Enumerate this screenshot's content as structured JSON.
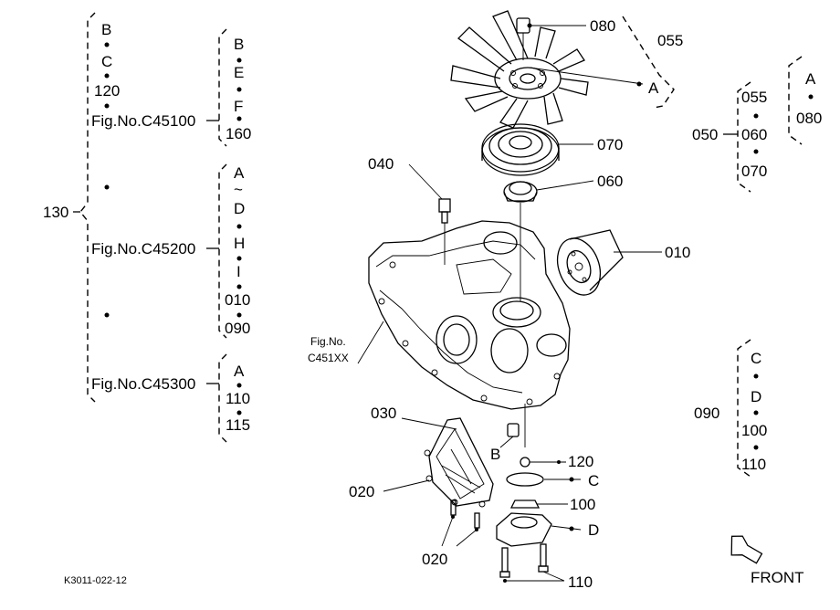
{
  "left_tree": {
    "root": "130",
    "col1": {
      "b": "B",
      "c": "C",
      "n120": "120",
      "fig1": "Fig.No.C45100",
      "fig2": "Fig.No.C45200",
      "fig3": "Fig.No.C45300"
    },
    "g1": {
      "b": "B",
      "e": "E",
      "f": "F",
      "n160": "160"
    },
    "g2": {
      "a": "A",
      "tilde": "~",
      "d": "D",
      "h": "H",
      "i": "I",
      "n010": "010",
      "n090": "090"
    },
    "g3": {
      "a": "A",
      "n110": "110",
      "n115": "115"
    }
  },
  "right_groups": {
    "g055": {
      "label": "055"
    },
    "g050": {
      "label": "050",
      "i1": "055",
      "i2": "060",
      "i3": "070"
    },
    "g_a": {
      "a": "A",
      "i": "080"
    },
    "g090": {
      "label": "090",
      "c": "C",
      "d": "D",
      "i1": "100",
      "i2": "110"
    }
  },
  "callouts": {
    "c080": "080",
    "cA": "A",
    "c070": "070",
    "c040": "040",
    "c060": "060",
    "c010": "010",
    "fig_ref_1": "Fig.No.",
    "fig_ref_2": "C451XX",
    "c030": "030",
    "cB": "B",
    "c120": "120",
    "cC": "C",
    "c020a": "020",
    "c100": "100",
    "cD": "D",
    "c020b": "020",
    "c110": "110"
  },
  "footer": {
    "code": "K3011-022-12",
    "front": "FRONT"
  },
  "icons": [
    "front-arrow-icon"
  ]
}
